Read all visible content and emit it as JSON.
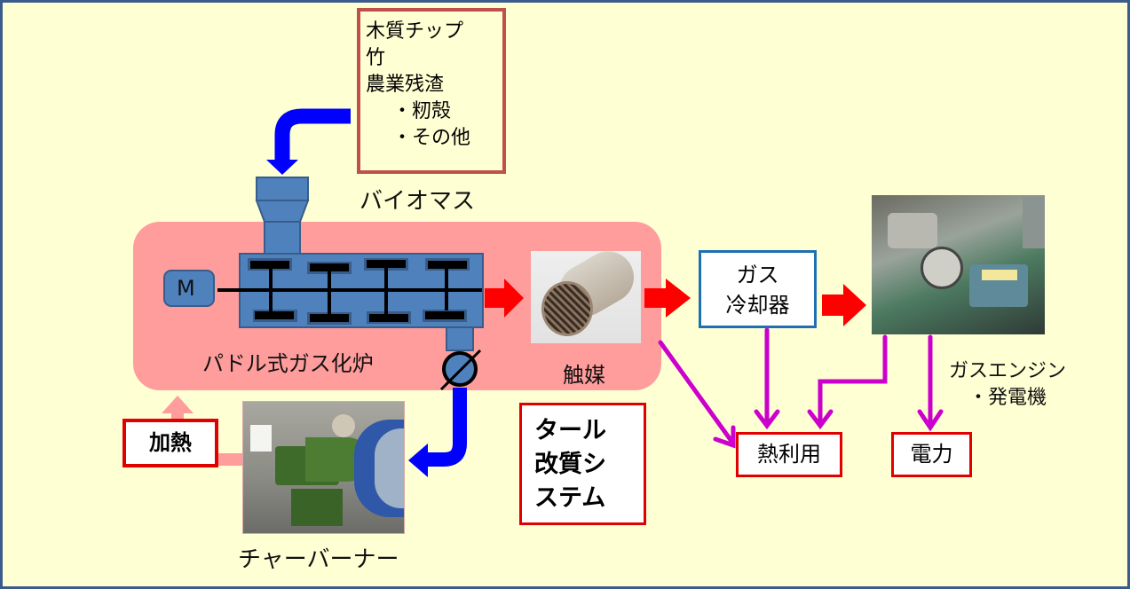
{
  "biomass": {
    "items": [
      "木質チップ",
      "竹",
      "農業残渣",
      "・籾殻",
      "・その他"
    ],
    "label": "バイオマス"
  },
  "gasifier": {
    "motor_label": "M",
    "label": "パドル式ガス化炉"
  },
  "catalyst": {
    "label": "触媒"
  },
  "tar_system": {
    "lines": [
      "タール",
      "改質シ",
      "ステム"
    ]
  },
  "gas_cooler": {
    "lines": [
      "ガス",
      "冷却器"
    ]
  },
  "engine": {
    "lines": [
      "ガスエンジン",
      "・発電機"
    ]
  },
  "char_burner": {
    "label": "チャーバーナー"
  },
  "heating": {
    "label": "加熱"
  },
  "heat_use": {
    "label": "熱利用"
  },
  "power": {
    "label": "電力"
  },
  "colors": {
    "background": "#ffffd4",
    "frame_border": "#3b5b8c",
    "system_region": "#ff9c9c",
    "equipment_blue": "#4f81bd",
    "equipment_outline": "#385d8a",
    "biomass_flow": "#0000ff",
    "gas_flow": "#ff0000",
    "heat_flow": "#cc00cc",
    "heating_flow": "#ff9c9c",
    "output_box_border": "#e00000",
    "cooler_border": "#1f6fb5",
    "biomass_box_border": "#c0504d"
  }
}
